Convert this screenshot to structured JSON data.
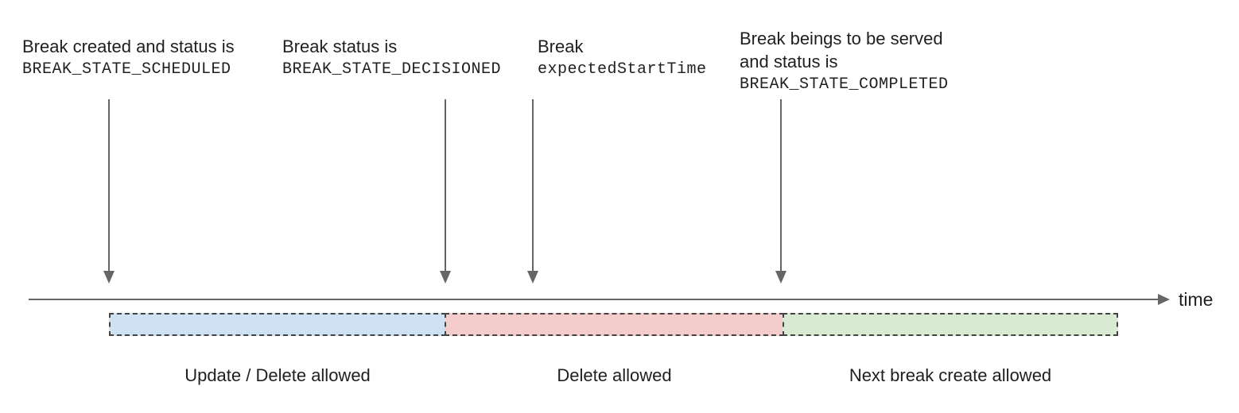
{
  "annotations": [
    {
      "line1": "Break created and status is",
      "line2": "BREAK_STATE_SCHEDULED"
    },
    {
      "line1": "Break status is",
      "line2": "BREAK_STATE_DECISIONED"
    },
    {
      "line1": "Break",
      "line2": "expectedStartTime"
    },
    {
      "line1": "Break beings to be served",
      "line2": "and status is",
      "line3": "BREAK_STATE_COMPLETED"
    }
  ],
  "timeline": {
    "axis_label": "time"
  },
  "segments": [
    {
      "label": "Update / Delete allowed",
      "fill": "#cfe2f3"
    },
    {
      "label": "Delete allowed",
      "fill": "#f4cccc"
    },
    {
      "label": "Next break create allowed",
      "fill": "#d9ead3"
    }
  ],
  "colors": {
    "axis": "#666666",
    "dash_border": "#434343",
    "text": "#1f1f1f",
    "segment_blue": "#cfe2f3",
    "segment_red": "#f4cccc",
    "segment_green": "#d9ead3"
  }
}
